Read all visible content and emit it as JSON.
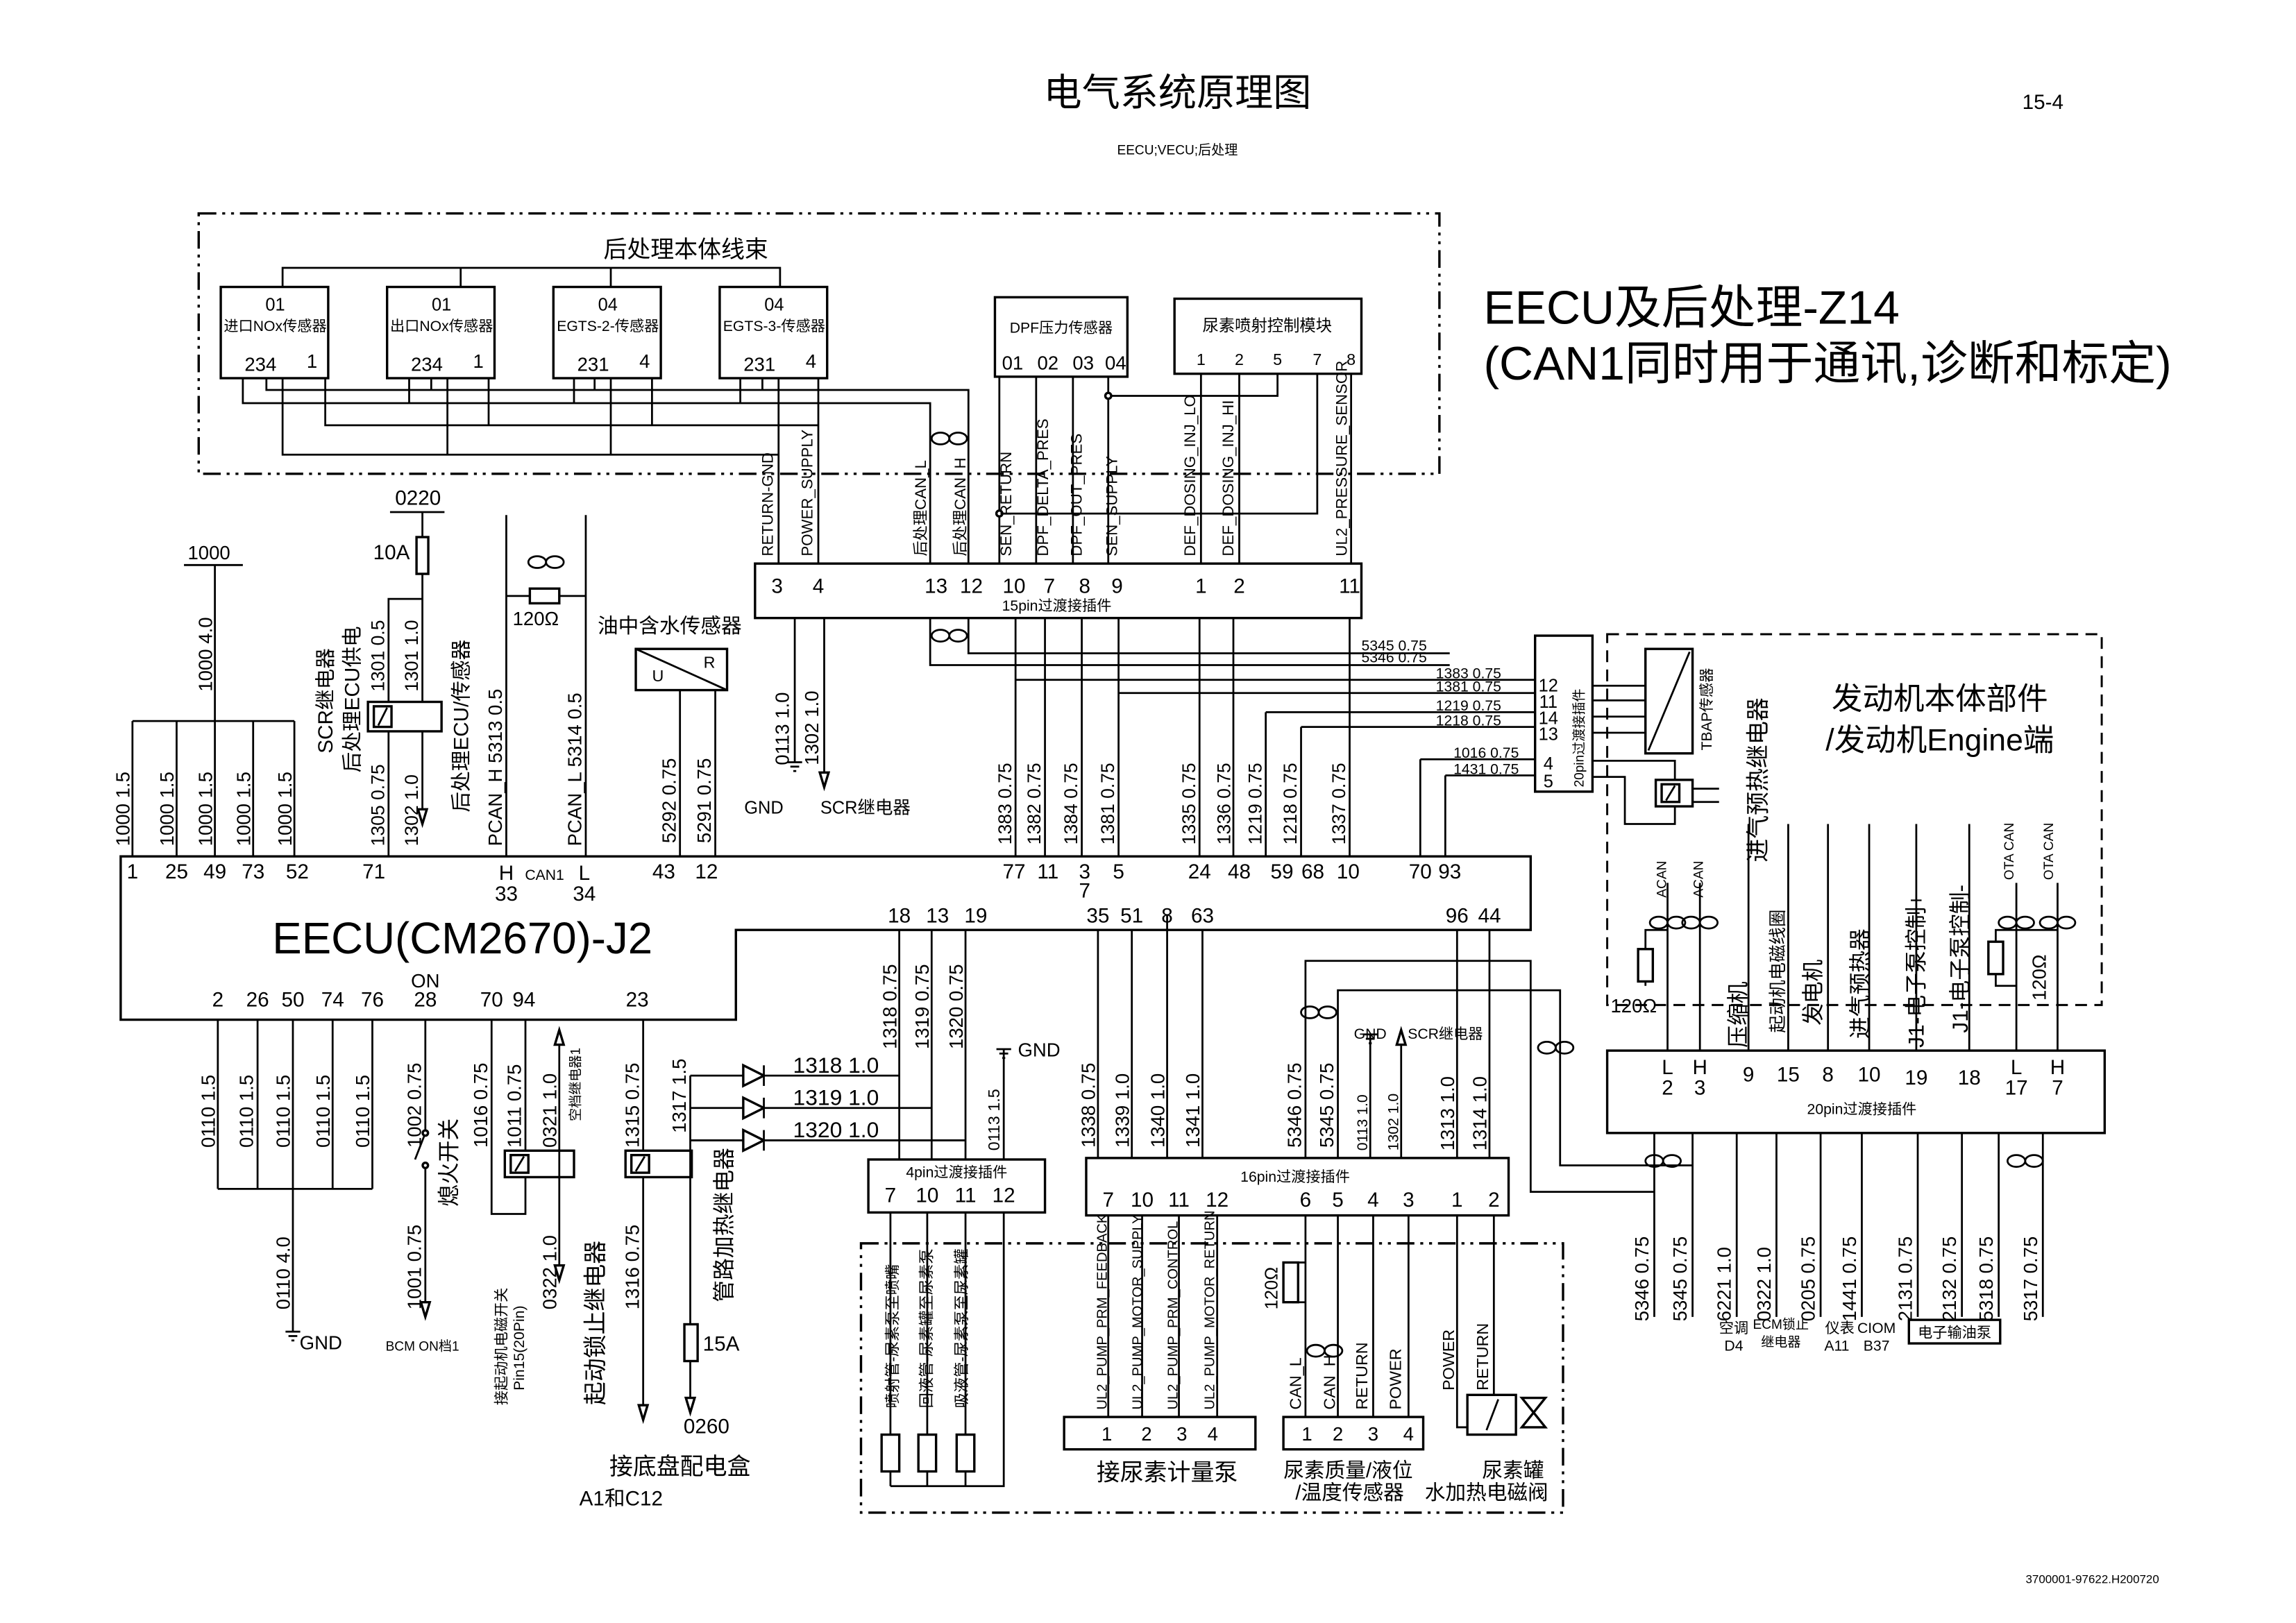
{
  "header": {
    "title": "电气系统原理图",
    "page": "15-4",
    "subtitle": "EECU;VECU;后处理",
    "footer": "3700001-97622.H200720"
  },
  "banner": {
    "line1": "EECU及后处理-Z14",
    "line2": "(CAN1同时用于通讯,诊断和标定)"
  },
  "aftertreatment": {
    "title": "后处理本体线束",
    "sensors": [
      {
        "code": "01",
        "name": "进口NOx传感器",
        "pins_left": "234",
        "pins_right": "1"
      },
      {
        "code": "01",
        "name": "出口NOx传感器",
        "pins_left": "234",
        "pins_right": "1"
      },
      {
        "code": "04",
        "name": "EGTS-2-传感器",
        "pins_left": "231",
        "pins_right": "4"
      },
      {
        "code": "04",
        "name": "EGTS-3-传感器",
        "pins_left": "231",
        "pins_right": "4"
      }
    ],
    "dpf": {
      "name": "DPF压力传感器",
      "pins": [
        "01",
        "02",
        "03",
        "04"
      ]
    },
    "dosing": {
      "name": "尿素喷射控制模块",
      "pins": [
        "1",
        "2",
        "5",
        "7",
        "8"
      ]
    },
    "signals": [
      "RETURN-GND",
      "POWER_SUPPLY",
      "后处理CAN_L",
      "后处理CAN_H",
      "SEN_RETURN",
      "DPF_DELTA_PRES",
      "DPF_OUT_PRES",
      "SEN_SUPPLY",
      "DEF_DOSING_INJ_LO",
      "DEF_DOSING_INJ_HI",
      "UL2_PRESSURE_SENSOR"
    ]
  },
  "conn15": {
    "label": "15pin过渡接插件",
    "pins": [
      "3",
      "4",
      "13",
      "12",
      "10",
      "7",
      "8",
      "9",
      "1",
      "2",
      "11"
    ]
  },
  "under15": {
    "w1": "0113 1.0",
    "w2": "1302 1.0",
    "gnd": "GND",
    "scr": "SCR继电器"
  },
  "cross_wires": [
    "5345 0.75",
    "5346 0.75",
    "1383 0.75",
    "1381 0.75",
    "1219 0.75",
    "1218 0.75",
    "1016 0.75",
    "1431 0.75"
  ],
  "conn20a": {
    "label": "20pin过渡接插件",
    "pins": [
      "12",
      "11",
      "14",
      "13",
      "4",
      "5"
    ]
  },
  "supply": {
    "net": "1000",
    "main_wire": "1000 4.0",
    "wires": [
      "1000 1.5",
      "1000 1.5",
      "1000 1.5",
      "1000 1.5",
      "1000 1.5"
    ]
  },
  "scr": {
    "fuse_net": "0220",
    "fuse": "10A",
    "relay_label": "SCR继电器",
    "relay_label2": "后处理ECU供电",
    "w1": "1301 0.5",
    "w2": "1301 1.0",
    "w3": "1305 0.75",
    "w4": "1302 1.0",
    "load": "后处理ECU/传感器"
  },
  "can1": {
    "res": "120Ω",
    "h": "PCAN_H 5313 0.5",
    "l": "PCAN_L 5314 0.5",
    "bus": "CAN1",
    "h_pin": "H",
    "l_pin": "L"
  },
  "water": {
    "name": "油中含水传感器",
    "u": "U",
    "r": "R",
    "w1": "5292 0.75",
    "w2": "5291 0.75"
  },
  "eecu_top_wires": [
    "1383 0.75",
    "1382 0.75",
    "1384 0.75",
    "1381 0.75",
    "1335 0.75",
    "1336 0.75",
    "1219 0.75",
    "1218 0.75",
    "1337 0.75"
  ],
  "eecu": {
    "name": "EECU(CM2670)-J2",
    "top_pins": [
      "1",
      "25",
      "49",
      "73",
      "52",
      "71",
      "33",
      "34",
      "43",
      "12",
      "77",
      "11",
      "3",
      "7",
      "5",
      "24",
      "48",
      "59",
      "68",
      "10",
      "70",
      "93"
    ],
    "mid_pins": [
      "18",
      "13",
      "19",
      "35",
      "51",
      "8",
      "63",
      "96",
      "44"
    ],
    "bottom_pins": [
      "2",
      "26",
      "50",
      "74",
      "76",
      "28",
      "70",
      "94",
      "23"
    ],
    "on": "ON"
  },
  "ground": {
    "wires": [
      "0110 1.5",
      "0110 1.5",
      "0110 1.5",
      "0110 1.5",
      "0110 1.5"
    ],
    "main": "0110 4.0",
    "gnd": "GND"
  },
  "switch": {
    "w1": "1002 0.75",
    "w2": "1001 0.75",
    "name": "熄火开关",
    "dest": "BCM ON档1"
  },
  "relay_start": {
    "w1": "1016 0.75",
    "w2": "1011 0.75",
    "w3": "0321 1.0",
    "w3_dest": "空档继电器1",
    "w4": "0322 1.0",
    "dest": "接起动机电磁开关",
    "dest2": "Pin15(20Pin)",
    "name": "起动锁止继电器"
  },
  "relay_heat": {
    "w1": "1315 0.75",
    "w2": "1317 1.5",
    "w3": "1316 0.75",
    "name": "管路加热继电器",
    "fuse": "15A",
    "net": "0260",
    "dest": "接底盘配电盒",
    "dest2": "A1和C12"
  },
  "heaters": {
    "wires": [
      "1318 1.0",
      "1319 1.0",
      "1320 1.0"
    ],
    "ecu_wires": [
      "1318 0.75",
      "1319 0.75",
      "1320 0.75"
    ],
    "gnd_wire": "0113 1.5",
    "gnd": "GND"
  },
  "conn4": {
    "label": "4pin过渡接插件",
    "pins": [
      "7",
      "10",
      "11",
      "12"
    ]
  },
  "hoses": [
    "喷射管-尿素泵至喷嘴",
    "回液管-尿素罐至尿素泵",
    "吸液管-尿素泵至尿素罐"
  ],
  "conn16": {
    "label": "16pin过渡接插件",
    "pins": [
      "7",
      "10",
      "11",
      "12",
      "6",
      "5",
      "4",
      "3",
      "1",
      "2"
    ]
  },
  "pump_wires": [
    "1338 0.75",
    "1339 1.0",
    "1340 1.0",
    "1341 1.0"
  ],
  "can2": {
    "w1": "5346 0.75",
    "w2": "5345 0.75",
    "w3": "0113 1.0",
    "w4": "1302 1.0",
    "gnd": "GND",
    "scr": "SCR继电器",
    "w5": "1313 1.0",
    "w6": "1314 1.0"
  },
  "pump": {
    "signals": [
      "UL2_PUMP_PRM_FEEDBACK",
      "UL2_PUMP_MOTOR_SUPPLY",
      "UL2_PUMP_PRM_CONTROL",
      "UL2_PUMP_MOTOR_RETURN"
    ],
    "pins": [
      "1",
      "2",
      "3",
      "4"
    ],
    "name": "接尿素计量泵"
  },
  "quality": {
    "res": "120Ω",
    "signals": [
      "CAN_L",
      "CAN_H",
      "RETURN",
      "POWER"
    ],
    "pins": [
      "1",
      "2",
      "3",
      "4"
    ],
    "name": "尿素质量/液位",
    "name2": "/温度传感器"
  },
  "valve": {
    "signals": [
      "POWER",
      "RETURN"
    ],
    "name": "尿素罐",
    "name2": "水加热电磁阀"
  },
  "engine": {
    "title": "发动机本体部件",
    "title2": "/发动机Engine端",
    "tbap": "TBAP传感器",
    "preheat_relay": "进气预热继电器",
    "signals": [
      "ACAN",
      "ACAN",
      "压缩机",
      "起动机电磁线圈",
      "发电机",
      "进气预热器",
      "J1-电子泵控制+",
      "J1-电子泵控制-",
      "OTA CAN",
      "OTA CAN"
    ],
    "res": "120Ω",
    "res2": "120Ω"
  },
  "conn20b": {
    "label": "20pin过渡接插件",
    "pins": [
      "2",
      "3",
      "9",
      "15",
      "8",
      "10",
      "19",
      "18",
      "17",
      "7"
    ],
    "letters": [
      "L",
      "H",
      "L",
      "H"
    ]
  },
  "bottom": {
    "wires": [
      "5346 0.75",
      "5345 0.75",
      "6221 1.0",
      "0322 1.0",
      "0205 0.75",
      "1441 0.75",
      "2131 0.75",
      "2132 0.75",
      "5318 0.75",
      "5317 0.75"
    ],
    "dests": [
      {
        "a": "空调",
        "b": "D4"
      },
      {
        "a": "ECM锁止",
        "b": "继电器"
      },
      {
        "a": "仪表",
        "b": "A11"
      },
      {
        "a": "CIOM",
        "b": "B37"
      }
    ],
    "pump": "电子输油泵"
  }
}
